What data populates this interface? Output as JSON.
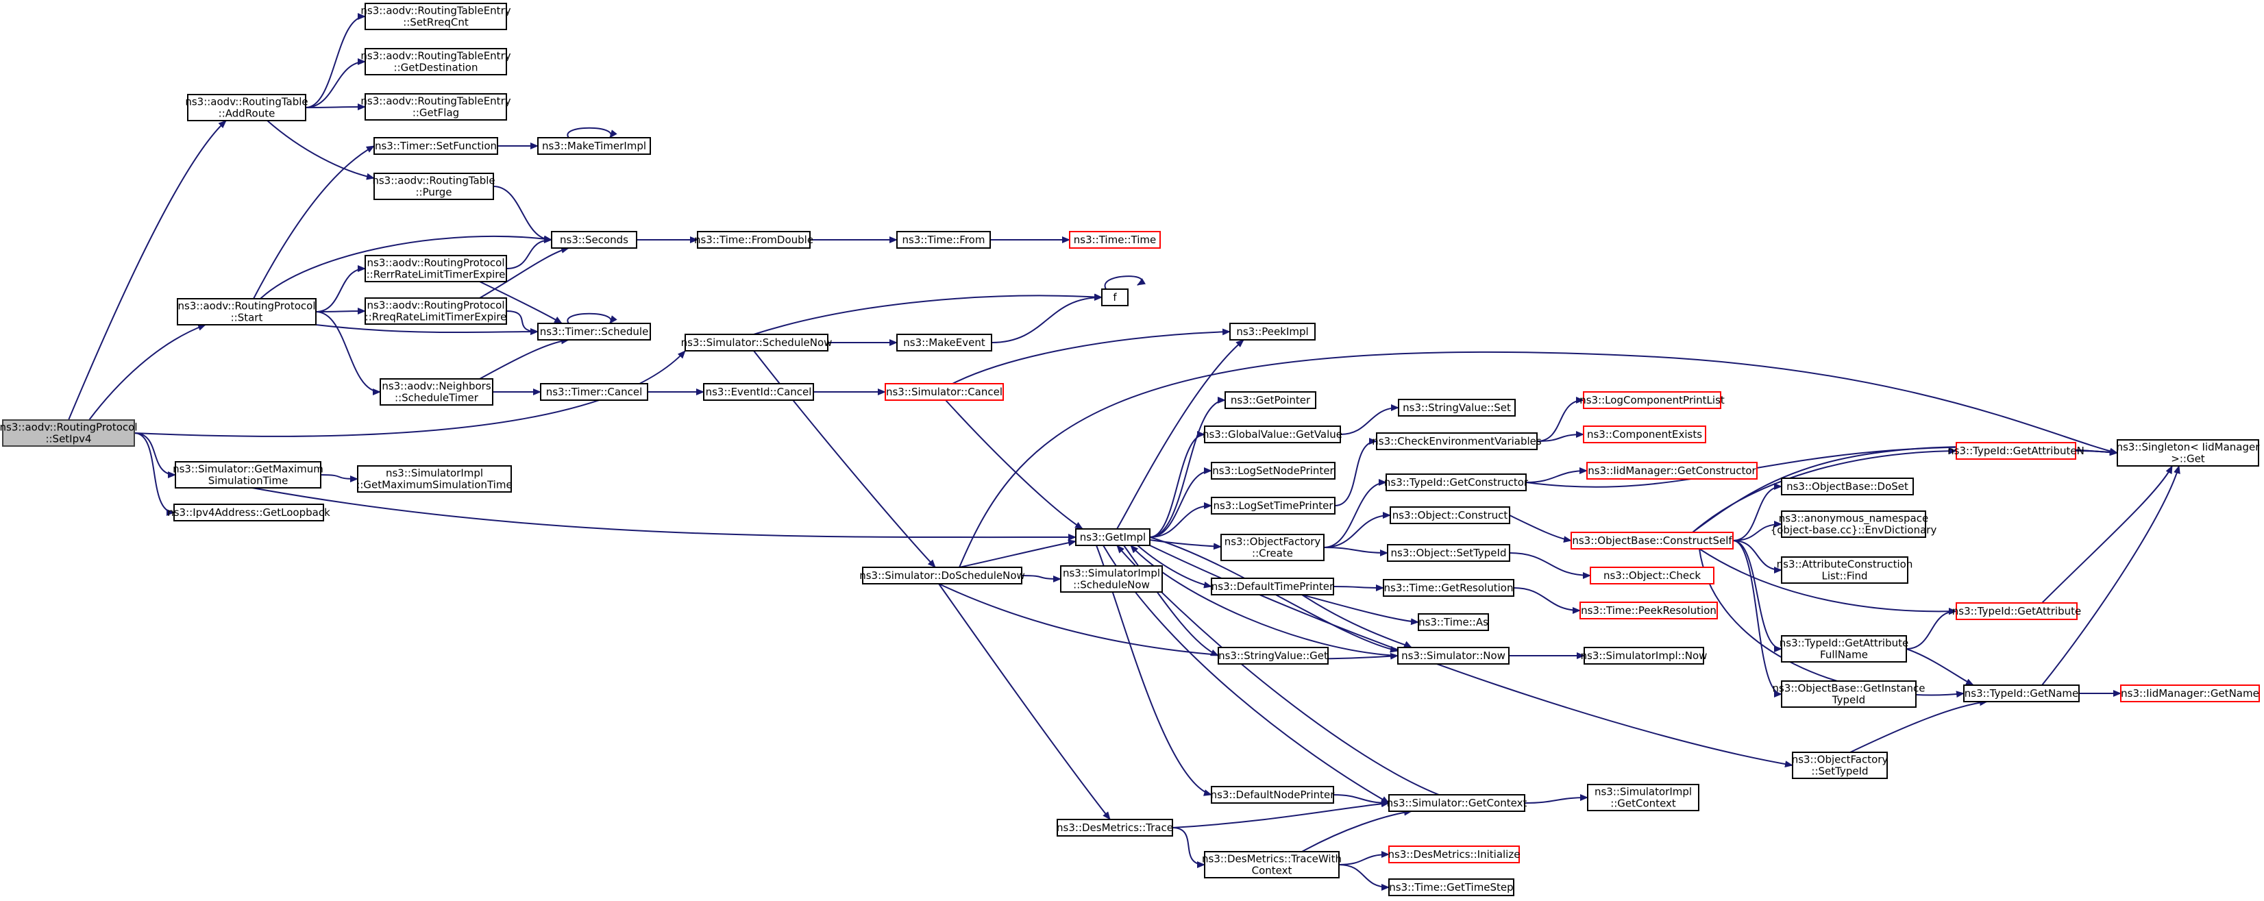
{
  "graph": {
    "edge_color": "#191970",
    "root_fill": "#bfbfbf",
    "node_border": "#000000",
    "incomplete_node_border": "#ff0000",
    "nodes": [
      {
        "id": "n0",
        "lines": [
          "ns3::aodv::RoutingProtocol",
          "::SetIpv4"
        ],
        "root": true
      },
      {
        "id": "n1",
        "lines": [
          "ns3::aodv::RoutingTable",
          "::AddRoute"
        ]
      },
      {
        "id": "n2",
        "lines": [
          "ns3::aodv::RoutingTableEntry",
          "::SetRreqCnt"
        ]
      },
      {
        "id": "n3",
        "lines": [
          "ns3::aodv::RoutingTableEntry",
          "::GetDestination"
        ]
      },
      {
        "id": "n4",
        "lines": [
          "ns3::aodv::RoutingTableEntry",
          "::GetFlag"
        ]
      },
      {
        "id": "n5",
        "lines": [
          "ns3::Timer::SetFunction"
        ]
      },
      {
        "id": "n6",
        "lines": [
          "ns3::MakeTimerImpl"
        ]
      },
      {
        "id": "n7",
        "lines": [
          "ns3::aodv::RoutingTable",
          "::Purge"
        ]
      },
      {
        "id": "n8",
        "lines": [
          "ns3::Seconds"
        ]
      },
      {
        "id": "n9",
        "lines": [
          "ns3::Time::FromDouble"
        ]
      },
      {
        "id": "n10",
        "lines": [
          "ns3::Time::From"
        ]
      },
      {
        "id": "n11",
        "lines": [
          "ns3::Time::Time"
        ],
        "red": true
      },
      {
        "id": "n12",
        "lines": [
          "ns3::aodv::RoutingProtocol",
          "::Start"
        ]
      },
      {
        "id": "n13",
        "lines": [
          "ns3::aodv::RoutingProtocol",
          "::RerrRateLimitTimerExpire"
        ]
      },
      {
        "id": "n14",
        "lines": [
          "ns3::aodv::RoutingProtocol",
          "::RreqRateLimitTimerExpire"
        ]
      },
      {
        "id": "n15",
        "lines": [
          "ns3::Timer::Schedule"
        ]
      },
      {
        "id": "n16",
        "lines": [
          "ns3::aodv::Neighbors",
          "::ScheduleTimer"
        ]
      },
      {
        "id": "n17",
        "lines": [
          "ns3::Timer::Cancel"
        ]
      },
      {
        "id": "n18",
        "lines": [
          "ns3::EventId::Cancel"
        ]
      },
      {
        "id": "n19",
        "lines": [
          "ns3::Simulator::Cancel"
        ],
        "red": true
      },
      {
        "id": "n20",
        "lines": [
          "ns3::Simulator::ScheduleNow"
        ]
      },
      {
        "id": "n21",
        "lines": [
          "ns3::MakeEvent"
        ]
      },
      {
        "id": "n22",
        "lines": [
          "f"
        ]
      },
      {
        "id": "n23",
        "lines": [
          "ns3::PeekImpl"
        ]
      },
      {
        "id": "n24",
        "lines": [
          "ns3::GetPointer"
        ]
      },
      {
        "id": "n25",
        "lines": [
          "ns3::GlobalValue::GetValue"
        ]
      },
      {
        "id": "n26",
        "lines": [
          "ns3::StringValue::Set"
        ]
      },
      {
        "id": "n27",
        "lines": [
          "ns3::CheckEnvironmentVariables"
        ]
      },
      {
        "id": "n28",
        "lines": [
          "ns3::LogComponentPrintList"
        ],
        "red": true
      },
      {
        "id": "n29",
        "lines": [
          "ns3::ComponentExists"
        ],
        "red": true
      },
      {
        "id": "n30",
        "lines": [
          "ns3::LogSetNodePrinter"
        ]
      },
      {
        "id": "n31",
        "lines": [
          "ns3::LogSetTimePrinter"
        ]
      },
      {
        "id": "n32",
        "lines": [
          "ns3::TypeId::GetConstructor"
        ]
      },
      {
        "id": "n33",
        "lines": [
          "ns3::IidManager::GetConstructor"
        ],
        "red": true
      },
      {
        "id": "n34",
        "lines": [
          "ns3::GetImpl"
        ]
      },
      {
        "id": "n35",
        "lines": [
          "ns3::Simulator::GetMaximum",
          "SimulationTime"
        ]
      },
      {
        "id": "n36",
        "lines": [
          "ns3::SimulatorImpl",
          "::GetMaximumSimulationTime"
        ]
      },
      {
        "id": "n37",
        "lines": [
          "ns3::Ipv4Address::GetLoopback"
        ]
      },
      {
        "id": "n38",
        "lines": [
          "ns3::ObjectFactory",
          "::Create"
        ]
      },
      {
        "id": "n39",
        "lines": [
          "ns3::Object::Construct"
        ]
      },
      {
        "id": "n40",
        "lines": [
          "ns3::ObjectBase::ConstructSelf"
        ],
        "red": true
      },
      {
        "id": "n41",
        "lines": [
          "ns3::Object::SetTypeId"
        ]
      },
      {
        "id": "n42",
        "lines": [
          "ns3::Object::Check"
        ],
        "red": true
      },
      {
        "id": "n43",
        "lines": [
          "ns3::Simulator::DoScheduleNow"
        ]
      },
      {
        "id": "n44",
        "lines": [
          "ns3::SimulatorImpl",
          "::ScheduleNow"
        ]
      },
      {
        "id": "n45",
        "lines": [
          "ns3::DefaultTimePrinter"
        ]
      },
      {
        "id": "n46",
        "lines": [
          "ns3::Time::GetResolution"
        ]
      },
      {
        "id": "n47",
        "lines": [
          "ns3::Time::PeekResolution"
        ],
        "red": true
      },
      {
        "id": "n48",
        "lines": [
          "ns3::Time::As"
        ]
      },
      {
        "id": "n49",
        "lines": [
          "ns3::StringValue::Get"
        ]
      },
      {
        "id": "n50",
        "lines": [
          "ns3::Simulator::Now"
        ]
      },
      {
        "id": "n51",
        "lines": [
          "ns3::SimulatorImpl::Now"
        ]
      },
      {
        "id": "n52",
        "lines": [
          "ns3::TypeId::GetAttributeN"
        ],
        "red": true
      },
      {
        "id": "n53",
        "lines": [
          "ns3::Singleton< IidManager",
          " >::Get"
        ]
      },
      {
        "id": "n54",
        "lines": [
          "ns3::ObjectBase::DoSet"
        ]
      },
      {
        "id": "n55",
        "lines": [
          "ns3::anonymous_namespace",
          "{object-base.cc}::EnvDictionary"
        ]
      },
      {
        "id": "n56",
        "lines": [
          "ns3::AttributeConstruction",
          "List::Find"
        ]
      },
      {
        "id": "n57",
        "lines": [
          "ns3::TypeId::GetAttribute"
        ],
        "red": true
      },
      {
        "id": "n58",
        "lines": [
          "ns3::TypeId::GetAttribute",
          "FullName"
        ]
      },
      {
        "id": "n59",
        "lines": [
          "ns3::ObjectBase::GetInstance",
          "TypeId"
        ]
      },
      {
        "id": "n60",
        "lines": [
          "ns3::TypeId::GetName"
        ]
      },
      {
        "id": "n61",
        "lines": [
          "ns3::IidManager::GetName"
        ],
        "red": true
      },
      {
        "id": "n62",
        "lines": [
          "ns3::ObjectFactory",
          "::SetTypeId"
        ]
      },
      {
        "id": "n63",
        "lines": [
          "ns3::DefaultNodePrinter"
        ]
      },
      {
        "id": "n64",
        "lines": [
          "ns3::Simulator::GetContext"
        ]
      },
      {
        "id": "n65",
        "lines": [
          "ns3::SimulatorImpl",
          "::GetContext"
        ]
      },
      {
        "id": "n66",
        "lines": [
          "ns3::DesMetrics::Trace"
        ]
      },
      {
        "id": "n67",
        "lines": [
          "ns3::DesMetrics::TraceWith",
          "Context"
        ]
      },
      {
        "id": "n68",
        "lines": [
          "ns3::DesMetrics::Initialize"
        ],
        "red": true
      },
      {
        "id": "n69",
        "lines": [
          "ns3::Time::GetTimeStep"
        ]
      }
    ],
    "edges": [
      [
        "n0",
        "n1"
      ],
      [
        "n0",
        "n12"
      ],
      [
        "n0",
        "n20"
      ],
      [
        "n0",
        "n35"
      ],
      [
        "n0",
        "n37"
      ],
      [
        "n1",
        "n2"
      ],
      [
        "n1",
        "n3"
      ],
      [
        "n1",
        "n4"
      ],
      [
        "n1",
        "n7"
      ],
      [
        "n5",
        "n6"
      ],
      [
        "n6",
        "n6"
      ],
      [
        "n7",
        "n8"
      ],
      [
        "n8",
        "n9"
      ],
      [
        "n9",
        "n10"
      ],
      [
        "n10",
        "n11"
      ],
      [
        "n12",
        "n5"
      ],
      [
        "n12",
        "n8"
      ],
      [
        "n12",
        "n13"
      ],
      [
        "n12",
        "n14"
      ],
      [
        "n12",
        "n15"
      ],
      [
        "n12",
        "n16"
      ],
      [
        "n13",
        "n8"
      ],
      [
        "n13",
        "n15"
      ],
      [
        "n14",
        "n8"
      ],
      [
        "n14",
        "n15"
      ],
      [
        "n15",
        "n15"
      ],
      [
        "n16",
        "n15"
      ],
      [
        "n16",
        "n17"
      ],
      [
        "n17",
        "n18"
      ],
      [
        "n18",
        "n19"
      ],
      [
        "n19",
        "n23"
      ],
      [
        "n19",
        "n34"
      ],
      [
        "n20",
        "n21"
      ],
      [
        "n20",
        "n22"
      ],
      [
        "n20",
        "n43"
      ],
      [
        "n21",
        "n22"
      ],
      [
        "n22",
        "n22"
      ],
      [
        "n25",
        "n26"
      ],
      [
        "n27",
        "n28"
      ],
      [
        "n27",
        "n29"
      ],
      [
        "n31",
        "n27"
      ],
      [
        "n32",
        "n33"
      ],
      [
        "n32",
        "n53"
      ],
      [
        "n34",
        "n23"
      ],
      [
        "n34",
        "n24"
      ],
      [
        "n34",
        "n25"
      ],
      [
        "n34",
        "n30"
      ],
      [
        "n34",
        "n31"
      ],
      [
        "n34",
        "n38"
      ],
      [
        "n34",
        "n45"
      ],
      [
        "n34",
        "n49"
      ],
      [
        "n34",
        "n50"
      ],
      [
        "n34",
        "n62"
      ],
      [
        "n34",
        "n63"
      ],
      [
        "n34",
        "n64"
      ],
      [
        "n35",
        "n34"
      ],
      [
        "n35",
        "n36"
      ],
      [
        "n38",
        "n32"
      ],
      [
        "n38",
        "n39"
      ],
      [
        "n38",
        "n41"
      ],
      [
        "n39",
        "n40"
      ],
      [
        "n40",
        "n52"
      ],
      [
        "n40",
        "n53"
      ],
      [
        "n40",
        "n54"
      ],
      [
        "n40",
        "n55"
      ],
      [
        "n40",
        "n56"
      ],
      [
        "n40",
        "n57"
      ],
      [
        "n40",
        "n58"
      ],
      [
        "n40",
        "n59"
      ],
      [
        "n40",
        "n60"
      ],
      [
        "n41",
        "n42"
      ],
      [
        "n43",
        "n34"
      ],
      [
        "n43",
        "n44"
      ],
      [
        "n43",
        "n50"
      ],
      [
        "n43",
        "n53"
      ],
      [
        "n43",
        "n66"
      ],
      [
        "n45",
        "n46"
      ],
      [
        "n45",
        "n48"
      ],
      [
        "n45",
        "n50"
      ],
      [
        "n46",
        "n47"
      ],
      [
        "n50",
        "n34"
      ],
      [
        "n50",
        "n51"
      ],
      [
        "n52",
        "n53"
      ],
      [
        "n57",
        "n53"
      ],
      [
        "n58",
        "n57"
      ],
      [
        "n58",
        "n60"
      ],
      [
        "n60",
        "n53"
      ],
      [
        "n60",
        "n61"
      ],
      [
        "n62",
        "n60"
      ],
      [
        "n63",
        "n64"
      ],
      [
        "n64",
        "n34"
      ],
      [
        "n64",
        "n65"
      ],
      [
        "n66",
        "n64"
      ],
      [
        "n66",
        "n67"
      ],
      [
        "n67",
        "n64"
      ],
      [
        "n67",
        "n68"
      ],
      [
        "n67",
        "n69"
      ]
    ]
  }
}
